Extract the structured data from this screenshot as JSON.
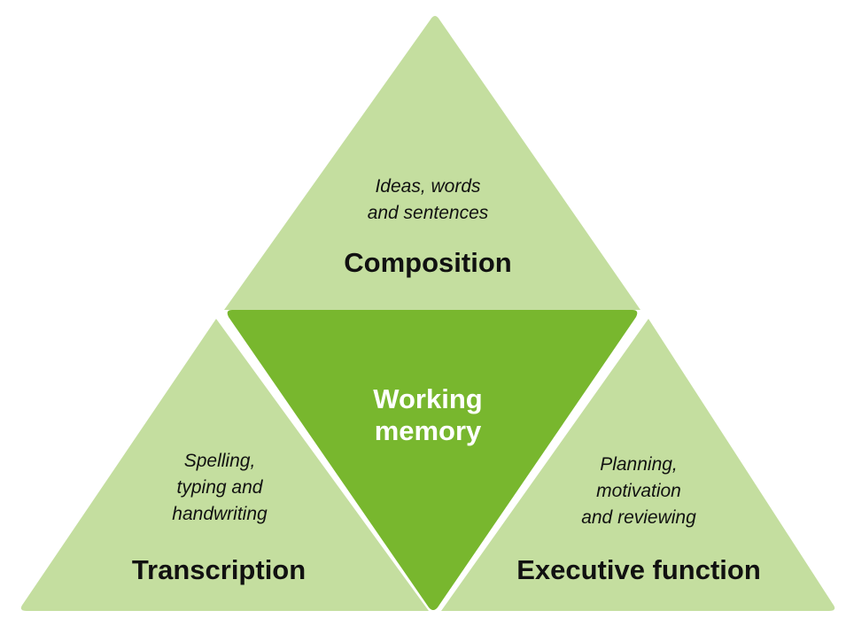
{
  "colors": {
    "outer": "#c4de9f",
    "center": "#78b72e",
    "divider": "#ffffff",
    "text": "#111111",
    "center_text": "#ffffff"
  },
  "sections": {
    "top": {
      "subtitle": "Ideas, words\nand sentences",
      "title": "Composition"
    },
    "left": {
      "subtitle": "Spelling,\ntyping and\nhandwriting",
      "title": "Transcription"
    },
    "right": {
      "subtitle": "Planning,\nmotivation\nand reviewing",
      "title": "Executive function"
    },
    "center": {
      "title": "Working\nmemory"
    }
  }
}
